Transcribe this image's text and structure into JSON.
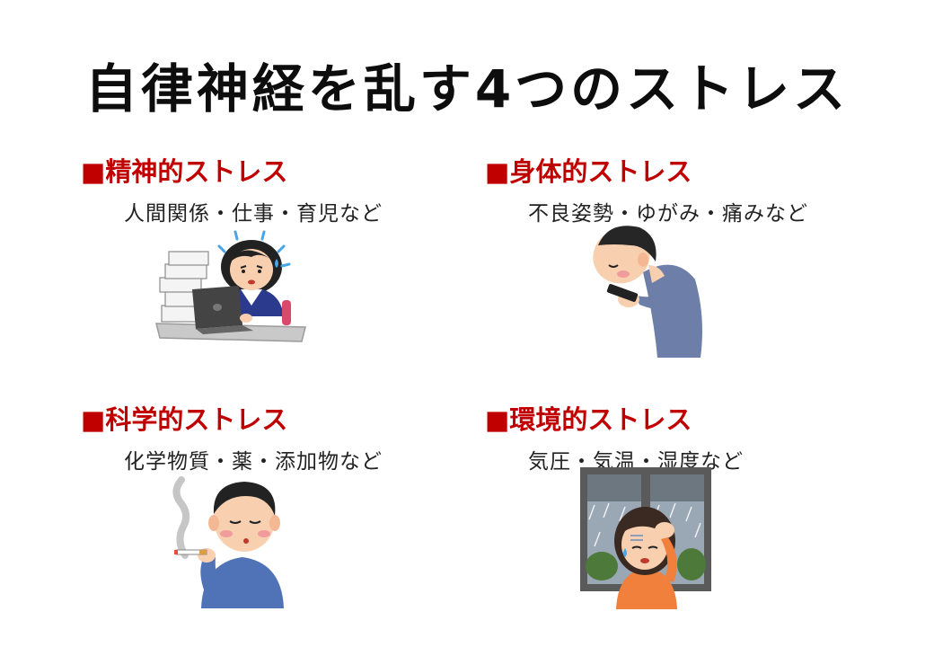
{
  "title": "自律神経を乱す4つのストレス",
  "sections": [
    {
      "marker": "■",
      "heading": "精神的ストレス",
      "examples": "人間関係・仕事・育児など",
      "illustration": "stressed-office-worker-illustration"
    },
    {
      "marker": "■",
      "heading": "身体的ストレス",
      "examples": "不良姿勢・ゆがみ・痛みなど",
      "illustration": "man-looking-at-phone-illustration"
    },
    {
      "marker": "■",
      "heading": "科学的ストレス",
      "examples": "化学物質・薬・添加物など",
      "illustration": "man-smoking-illustration"
    },
    {
      "marker": "■",
      "heading": "環境的ストレス",
      "examples": "気圧・気温・湿度など",
      "illustration": "woman-headache-rain-illustration"
    }
  ],
  "colors": {
    "heading": "#c00000",
    "title": "#0d0d0d",
    "background": "#ffffff"
  }
}
